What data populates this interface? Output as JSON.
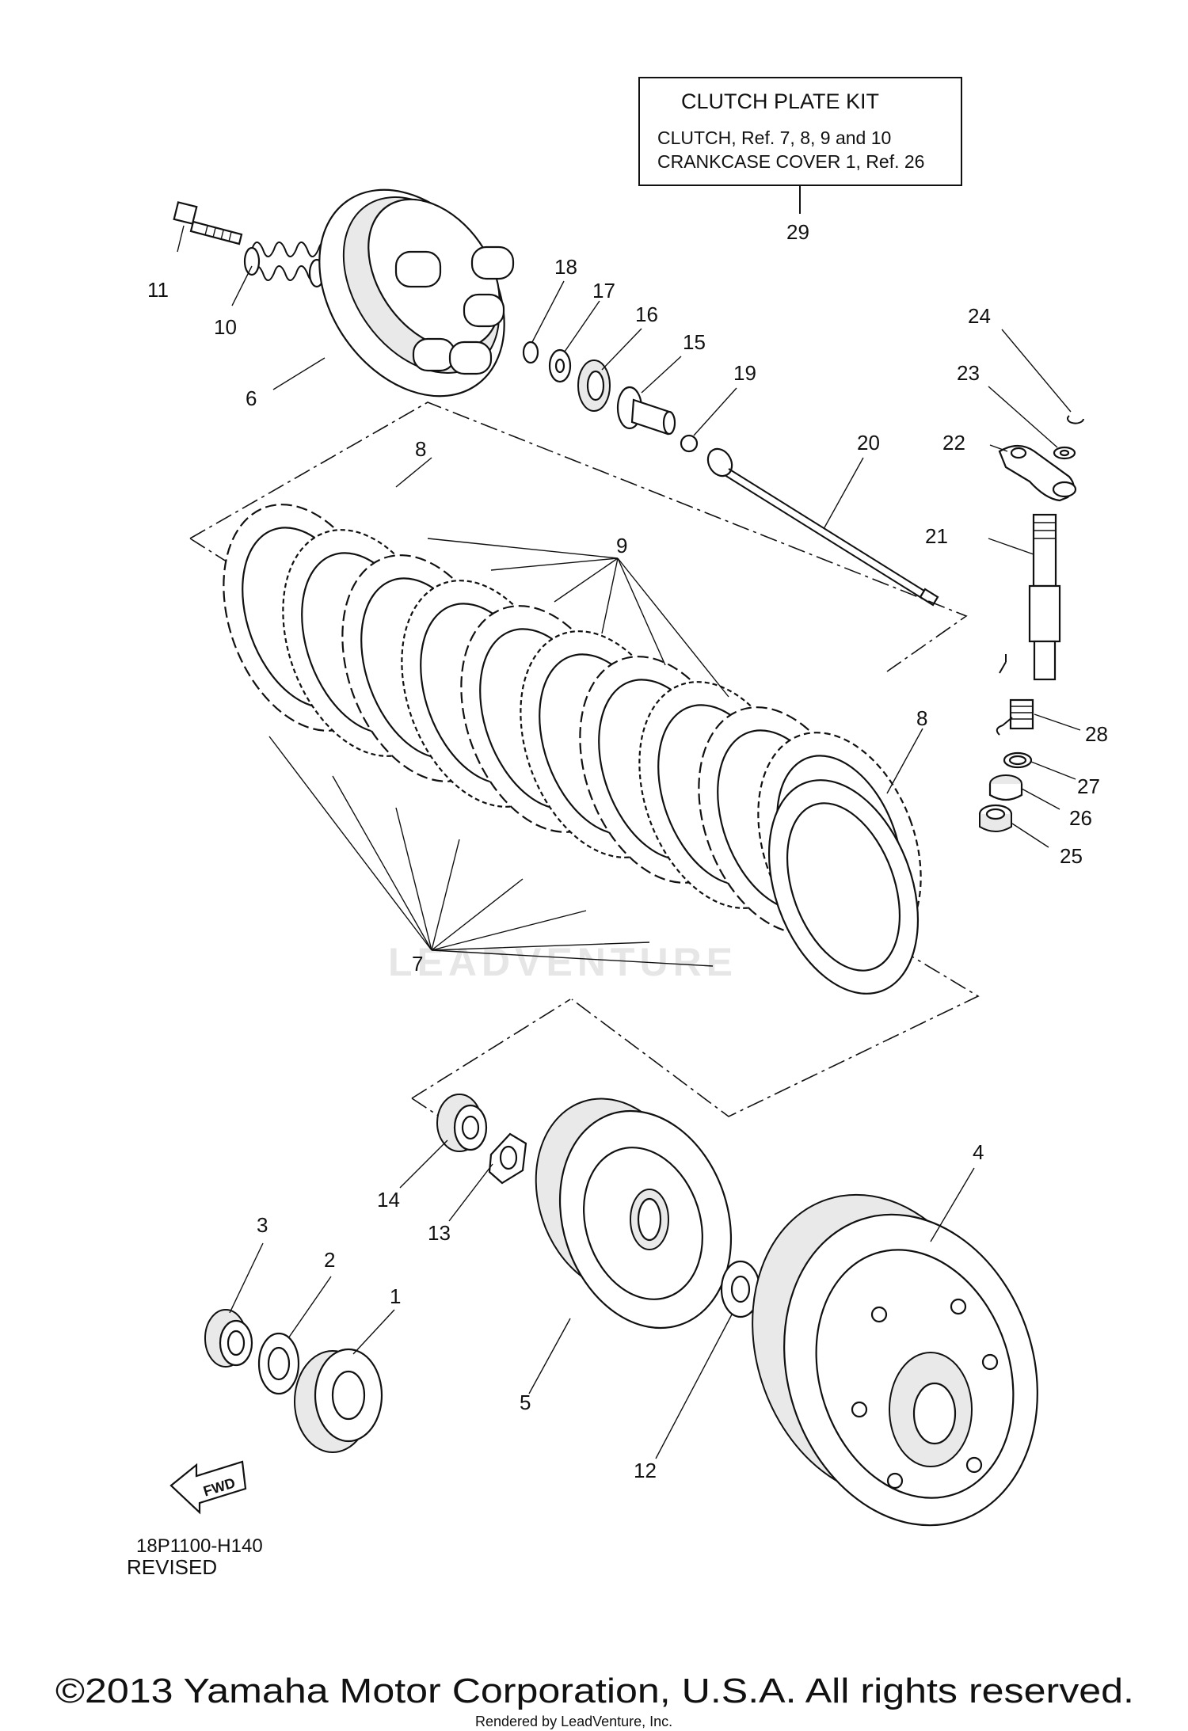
{
  "kit_box": {
    "title": "CLUTCH PLATE KIT",
    "line1": "CLUTCH, Ref. 7, 8, 9  and  10",
    "line2": "CRANKCASE COVER 1, Ref. 26",
    "ref": "29"
  },
  "callouts": [
    "1",
    "2",
    "3",
    "4",
    "5",
    "6",
    "7",
    "8",
    "8",
    "9",
    "10",
    "11",
    "12",
    "13",
    "14",
    "15",
    "16",
    "17",
    "18",
    "19",
    "20",
    "21",
    "22",
    "23",
    "24",
    "25",
    "26",
    "27",
    "28"
  ],
  "fwd_label": "FWD",
  "diagram_code": "18P1100-H140",
  "revision": "REVISED",
  "watermark": "LEADVENTURE",
  "copyright": "©2013 Yamaha Motor Corporation, U.S.A. All rights reserved.",
  "rendered_by": "Rendered by LeadVenture, Inc."
}
